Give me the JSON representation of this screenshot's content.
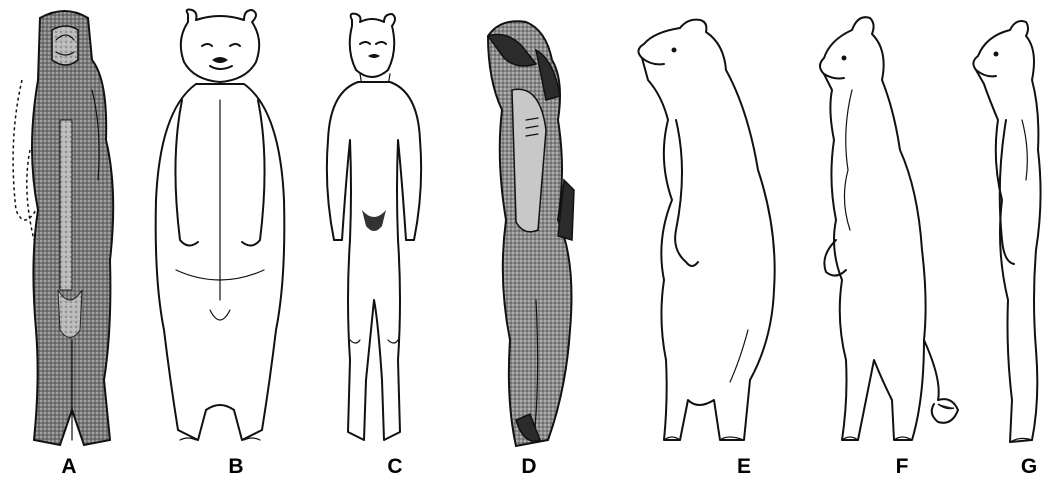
{
  "figure": {
    "panels": [
      {
        "letter": "A",
        "depicts": "carved-figurine-front"
      },
      {
        "letter": "B",
        "depicts": "bear-standing-front"
      },
      {
        "letter": "C",
        "depicts": "human-with-lion-head-front"
      },
      {
        "letter": "D",
        "depicts": "carved-figurine-side"
      },
      {
        "letter": "E",
        "depicts": "bear-standing-side"
      },
      {
        "letter": "F",
        "depicts": "lion-standing-side"
      },
      {
        "letter": "G",
        "depicts": "human-with-lion-head-side"
      }
    ]
  }
}
